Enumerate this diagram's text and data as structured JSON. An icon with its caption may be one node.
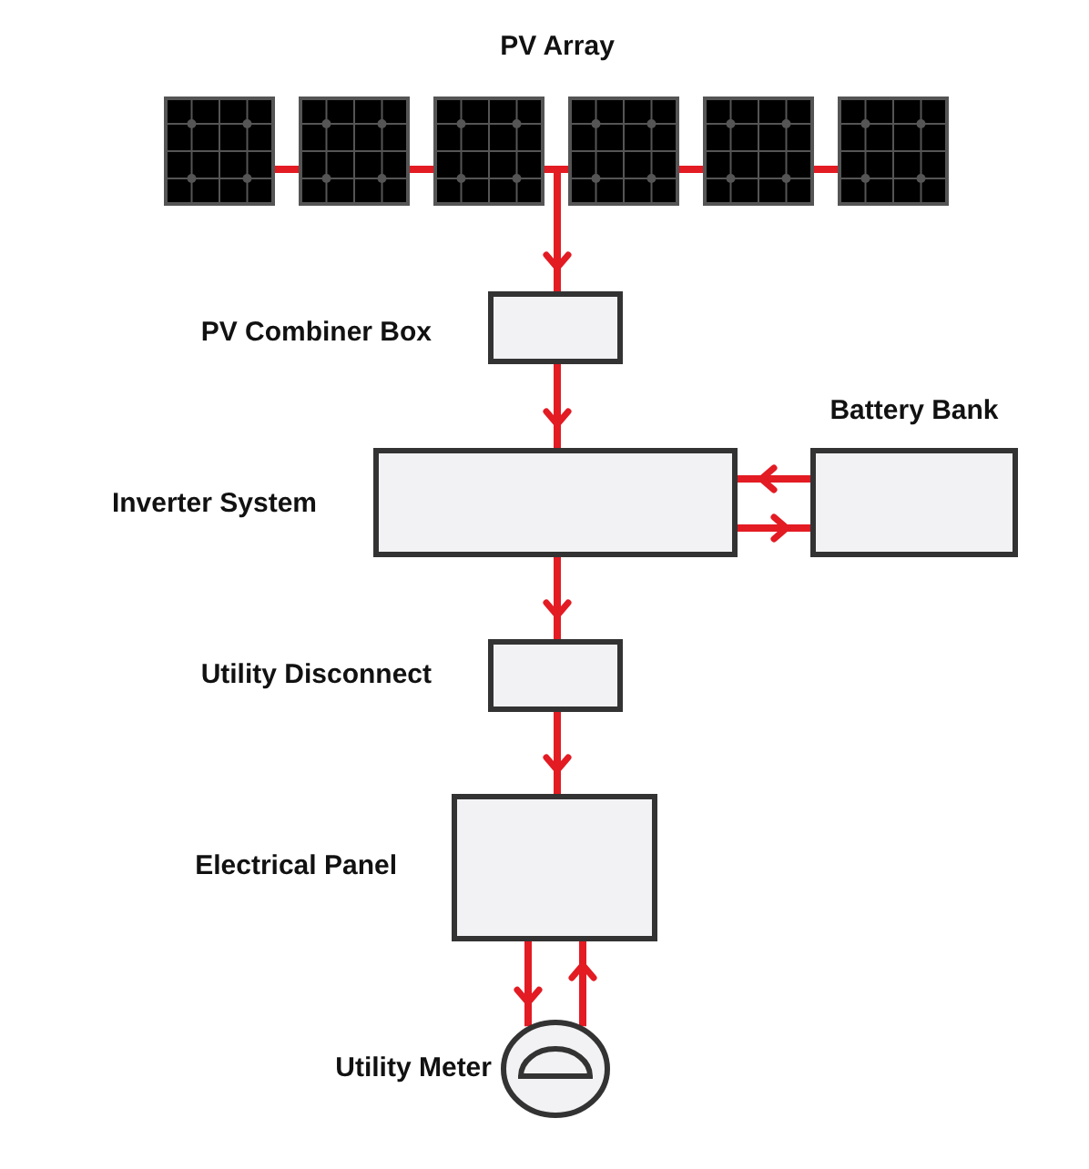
{
  "diagram": {
    "nodes": [
      {
        "text": [],
        "shape": "box"
      },
      {
        "text": [],
        "shape": "box"
      },
      {
        "text": [],
        "shape": "box"
      },
      {
        "text": [],
        "shape": "box"
      },
      {
        "text": [],
        "shape": "box"
      },
      {
        "text": [],
        "shape": "box"
      },
      {
        "text": [
          "PV Combiner Box"
        ]
      },
      {
        "text": [
          "Inverter System"
        ]
      },
      {
        "text": [
          "Battery Bank"
        ]
      },
      {
        "text": [
          "Utility Disconnect"
        ]
      },
      {
        "text": [
          "Electrical Panel"
        ]
      },
      {
        "text": [
          "Utility Meter"
        ]
      }
    ],
    "edges": [
      {
        "from": 0,
        "to": 1,
        "arrow": "none"
      },
      {
        "from": 1,
        "to": 2,
        "arrow": "none"
      },
      {
        "from": 2,
        "to": 3,
        "arrow": "none"
      },
      {
        "from": 3,
        "to": 4,
        "arrow": "none"
      },
      {
        "from": 4,
        "to": 5,
        "arrow": "none"
      },
      {
        "from": 2,
        "to": 6,
        "arrow": "to"
      },
      {
        "from": 3,
        "to": 6,
        "arrow": "to"
      },
      {
        "from": 6,
        "to": 7,
        "arrow": "to"
      },
      {
        "from": 8,
        "to": 7,
        "arrow": "to"
      },
      {
        "from": 7,
        "to": 8,
        "arrow": "to"
      },
      {
        "from": 7,
        "to": 9,
        "arrow": "to"
      },
      {
        "from": 9,
        "to": 10,
        "arrow": "to"
      },
      {
        "from": 10,
        "to": 11,
        "arrow": "to"
      },
      {
        "from": 11,
        "to": 10,
        "arrow": "to"
      }
    ],
    "labels": [
      "PV Array"
    ]
  }
}
